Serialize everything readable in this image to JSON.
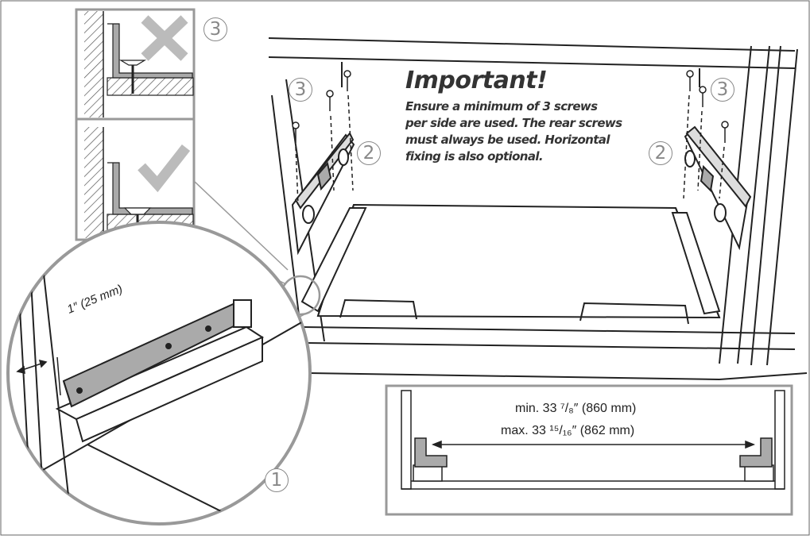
{
  "important": {
    "title": "Important!",
    "line1": "Ensure a minimum of 3 screws",
    "line2": "per side are used. The rear screws",
    "line3": "must always be used. Horizontal",
    "line4": "fixing is also optional."
  },
  "callouts": {
    "one": "1",
    "two": "2",
    "three": "3"
  },
  "dimensions": {
    "clearance": "1″ (25 mm)",
    "min": "min. 33 ⁷/₈″ (860 mm)",
    "max": "max. 33 ¹⁵/₁₆″ (862 mm)"
  },
  "icons": {
    "wrong": "cross-icon",
    "right": "check-icon"
  },
  "colors": {
    "line": "#222222",
    "bracket_fill": "#aaaaaa",
    "frame": "#999999",
    "callout": "#888888",
    "hatch": "#555555"
  }
}
